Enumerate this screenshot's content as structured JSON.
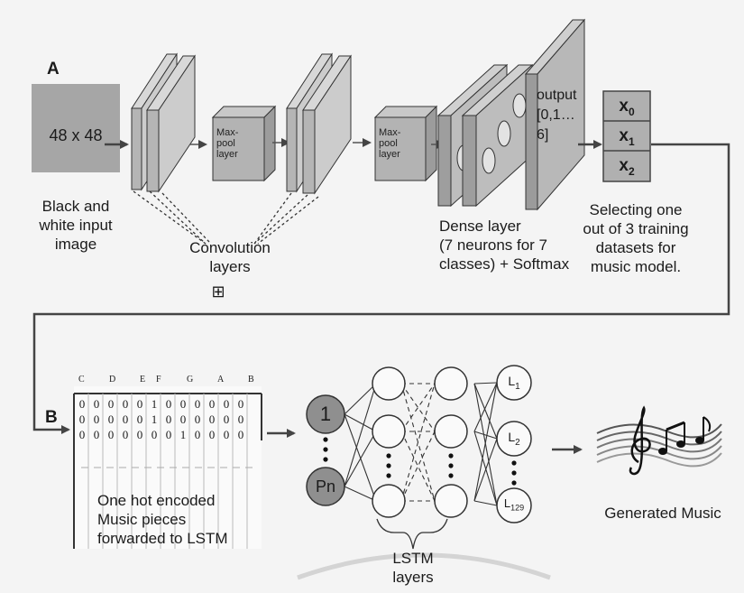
{
  "panel_a": {
    "label": "A",
    "input_image": {
      "size_text": "48 x 48",
      "caption": [
        "Black and",
        "white input",
        "image"
      ]
    },
    "maxpool": [
      "Max-",
      "pool",
      "layer"
    ],
    "maxpool2": [
      "Max-",
      "pool",
      "layer"
    ],
    "conv_caption": [
      "Convolution",
      "layers"
    ],
    "expand_symbol": "⊞",
    "dense_caption": [
      "Dense layer",
      "(7 neurons for 7",
      "classes) + Softmax"
    ],
    "output_label": [
      "output",
      "[0,1…6]"
    ],
    "selector": {
      "items": [
        {
          "base": "x",
          "sub": "0"
        },
        {
          "base": "x",
          "sub": "1"
        },
        {
          "base": "x",
          "sub": "2"
        }
      ],
      "caption": [
        "Selecting one",
        "out of 3 training",
        "datasets for",
        "music model."
      ]
    }
  },
  "panel_b": {
    "label": "B",
    "note_headers": [
      "C",
      "D",
      "E",
      "F",
      "G",
      "A",
      "B"
    ],
    "matrix_rows": [
      [
        "0",
        "0",
        "0",
        "0",
        "0",
        "1",
        "0",
        "0",
        "0",
        "0",
        "0",
        "0"
      ],
      [
        "0",
        "0",
        "0",
        "0",
        "0",
        "1",
        "0",
        "0",
        "0",
        "0",
        "0",
        "0"
      ],
      [
        "0",
        "0",
        "0",
        "0",
        "0",
        "0",
        "0",
        "1",
        "0",
        "0",
        "0",
        "0"
      ]
    ],
    "matrix_caption": [
      "One hot encoded",
      "Music pieces",
      "forwarded to LSTM"
    ],
    "input_nodes": [
      "1",
      "Pn"
    ],
    "output_nodes": [
      {
        "base": "L",
        "sub": "1"
      },
      {
        "base": "L",
        "sub": "2"
      },
      {
        "base": "L",
        "sub": "129"
      }
    ],
    "lstm_caption": [
      "LSTM",
      "layers"
    ],
    "generated_caption": "Generated Music"
  }
}
